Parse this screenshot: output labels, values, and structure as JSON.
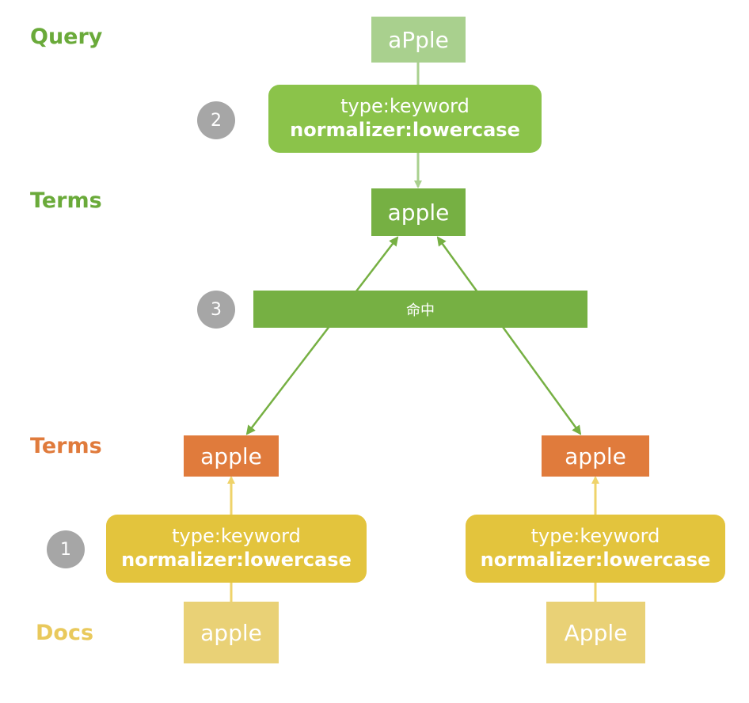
{
  "colors": {
    "query_green_light": "#a9d08e",
    "analyzer_green": "#8bc34a",
    "term_green": "#76b043",
    "label_green": "#6aaa3a",
    "term_orange": "#e07b3c",
    "label_orange": "#e07b3c",
    "analyzer_yellow": "#e3c43d",
    "doc_yellow": "#e9d176",
    "label_yellow": "#e9c95c",
    "badge_gray": "#a6a6a6"
  },
  "labels": {
    "query": "Query",
    "query_terms": "Terms",
    "doc_terms": "Terms",
    "docs": "Docs"
  },
  "query": {
    "text": "aPple",
    "analyzer": {
      "type": "type:keyword",
      "normalizer": "normalizer:lowercase"
    },
    "term": "apple"
  },
  "match": {
    "step": "3",
    "text": "命中"
  },
  "query_step": "2",
  "doc_step": "1",
  "documents": [
    {
      "doc": "apple",
      "term": "apple",
      "analyzer": {
        "type": "type:keyword",
        "normalizer": "normalizer:lowercase"
      }
    },
    {
      "doc": "Apple",
      "term": "apple",
      "analyzer": {
        "type": "type:keyword",
        "normalizer": "normalizer:lowercase"
      }
    }
  ]
}
